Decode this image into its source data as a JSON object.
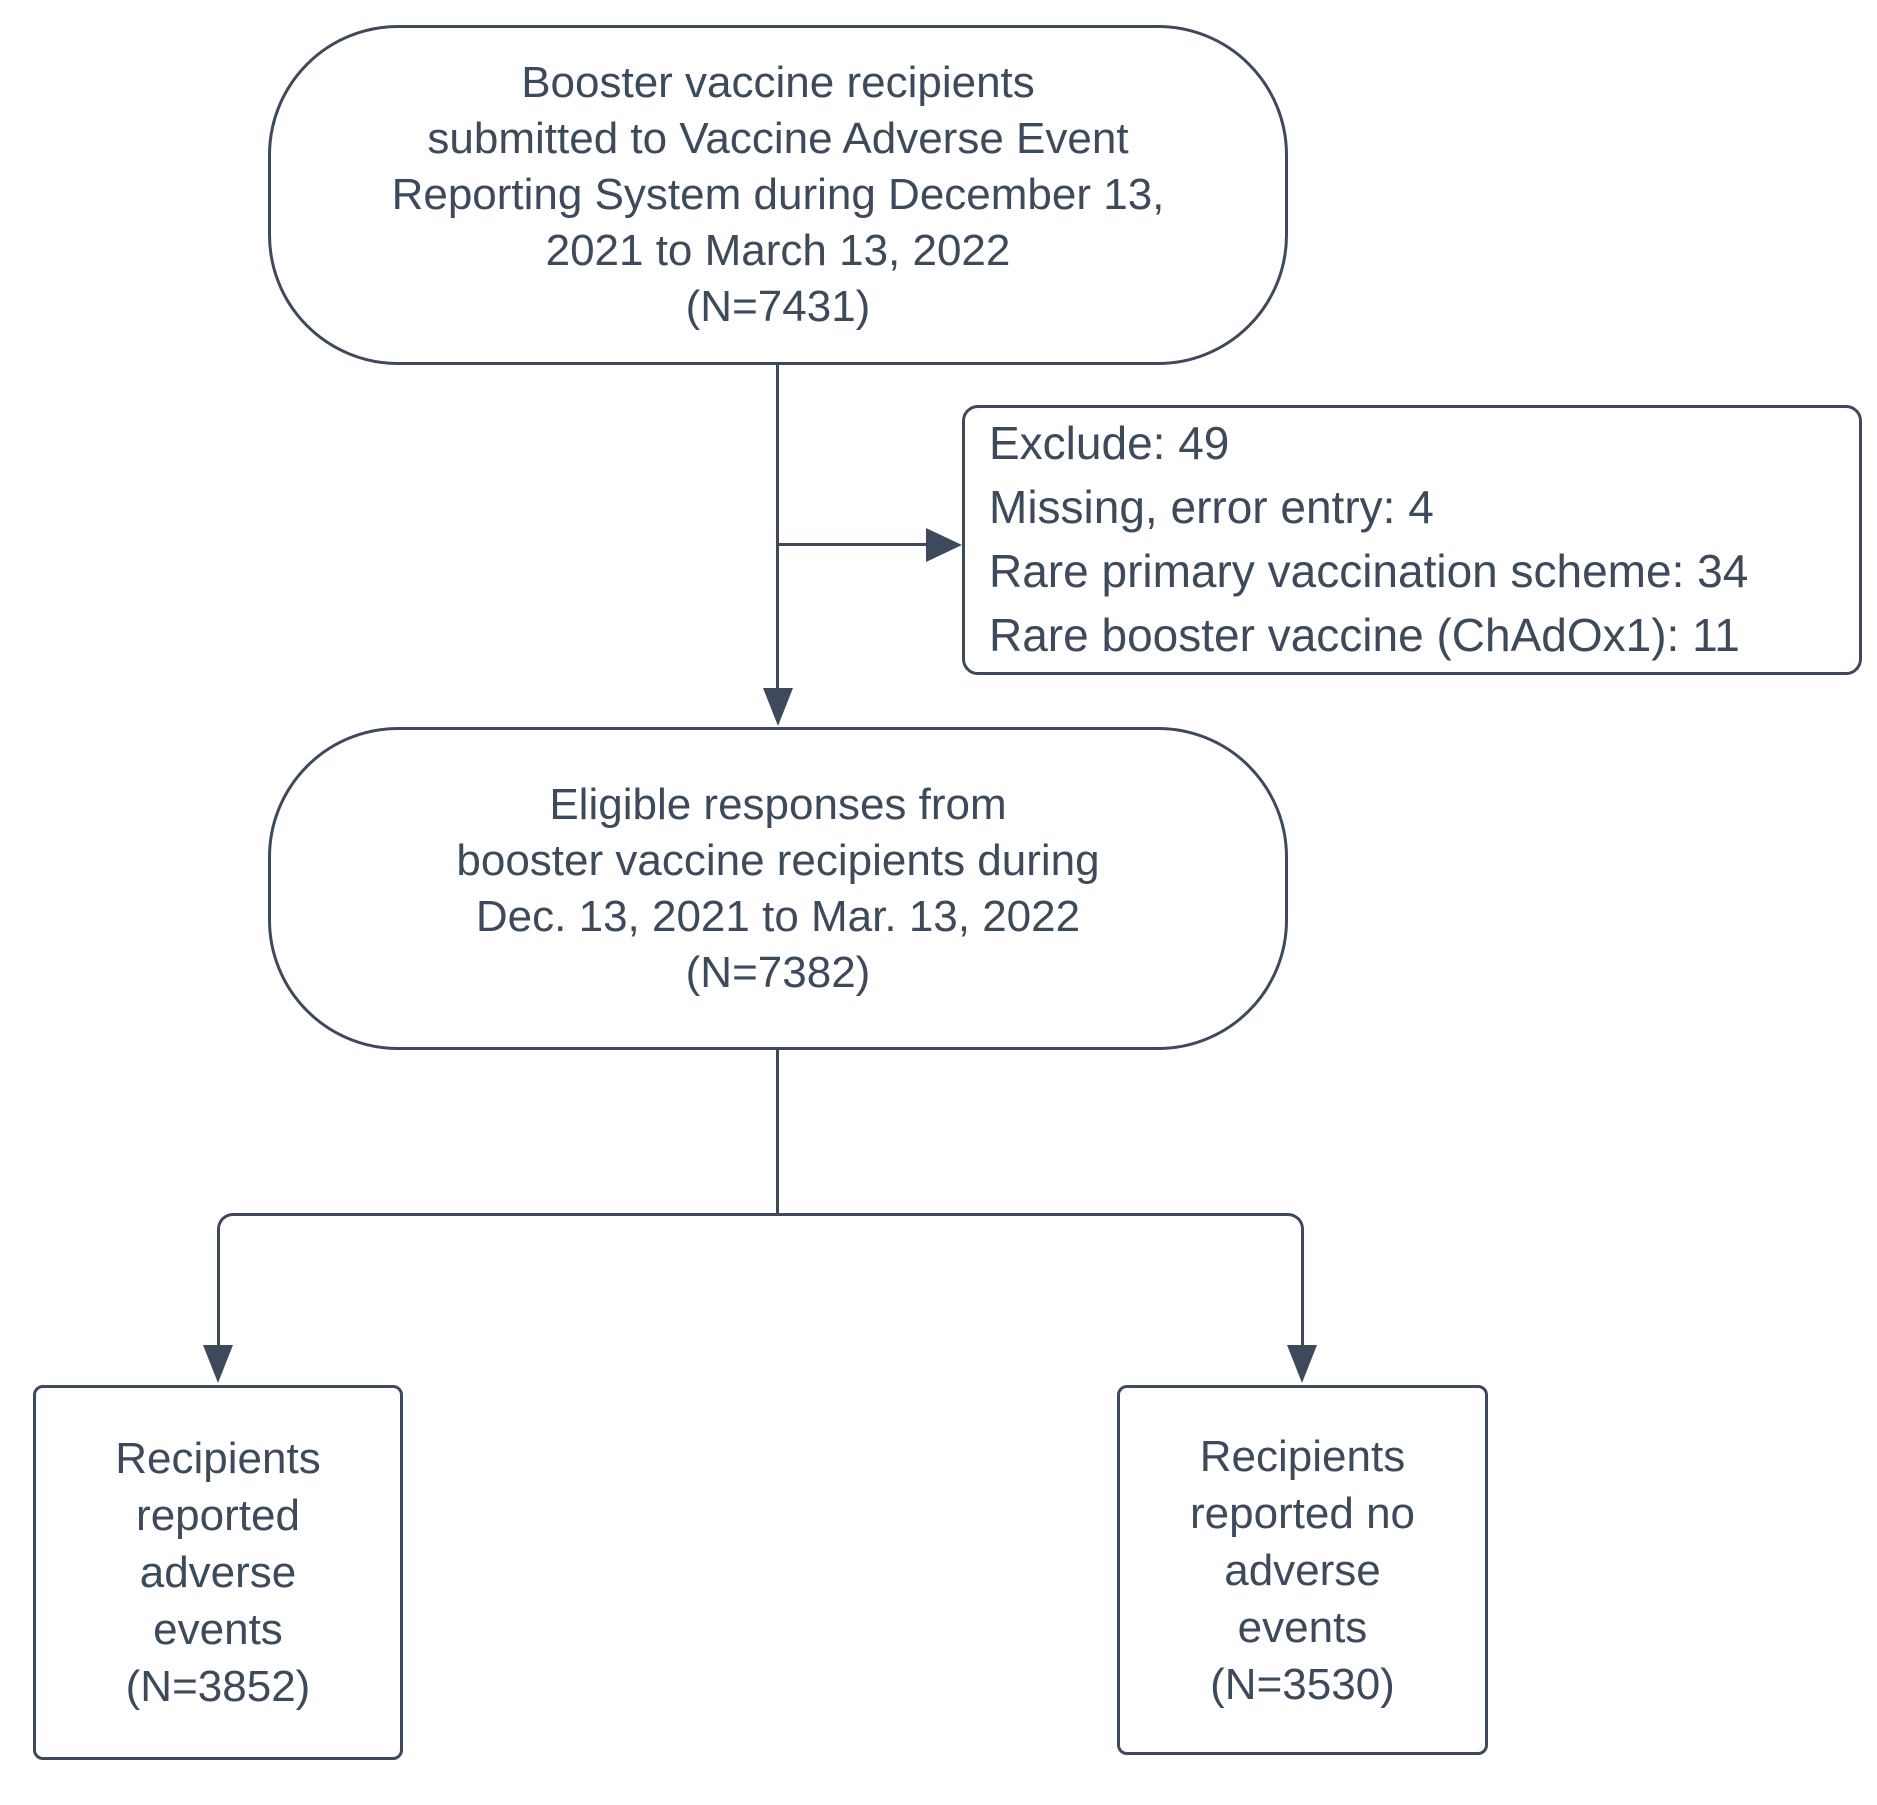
{
  "diagram": {
    "background": "#ffffff",
    "stroke_color": "#3e4a5b",
    "text_color": "#3d4a5c",
    "nodes": {
      "source": {
        "shape": "stadium",
        "text": "Booster vaccine recipients\nsubmitted to Vaccine Adverse Event\nReporting System during December 13,\n2021 to March 13, 2022\n(N=7431)"
      },
      "exclusions": {
        "shape": "rectangle",
        "text": "Exclude: 49\nMissing, error entry: 4\nRare primary vaccination scheme: 34\nRare booster vaccine (ChAdOx1): 11"
      },
      "eligible": {
        "shape": "stadium",
        "text": "Eligible responses from\nbooster vaccine recipients during\nDec. 13, 2021 to Mar. 13, 2022\n(N=7382)"
      },
      "adverse": {
        "shape": "rectangle",
        "text": "Recipients\nreported\nadverse\nevents\n(N=3852)"
      },
      "no_adverse": {
        "shape": "rectangle",
        "text": "Recipients\nreported no\nadverse\nevents\n(N=3530)"
      }
    }
  }
}
